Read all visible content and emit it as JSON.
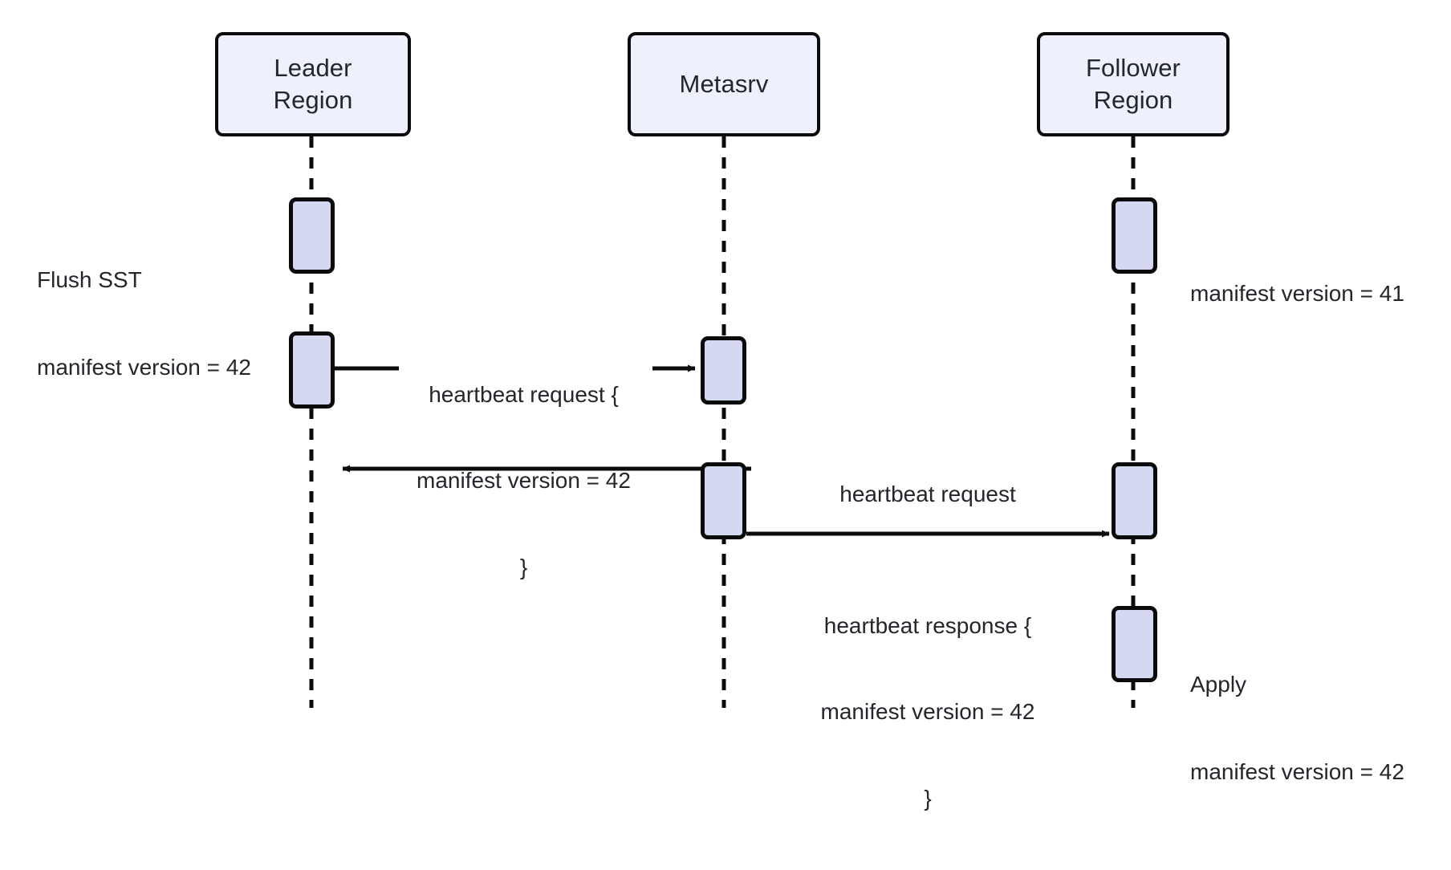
{
  "diagram": {
    "kind": "sequence-diagram",
    "title": "",
    "colors": {
      "participant_fill": "#eef1fc",
      "activation_fill": "#d4d8f0",
      "stroke": "#0b0b0d",
      "text": "#24262b",
      "background": "#ffffff"
    },
    "participants": [
      {
        "id": "leader",
        "label": "Leader\nRegion",
        "line1": "Leader",
        "line2": "Region"
      },
      {
        "id": "metasrv",
        "label": "Metasrv",
        "line1": "Metasrv",
        "line2": ""
      },
      {
        "id": "follower",
        "label": "Follower\nRegion",
        "line1": "Follower",
        "line2": "Region"
      }
    ],
    "notes": [
      {
        "id": "note-flush-sst",
        "placement": "left-of-leader",
        "line1": "Flush SST",
        "line2": "manifest version = 42"
      },
      {
        "id": "note-follower-version",
        "placement": "right-of-follower",
        "line1": "manifest version = 41",
        "line2": ""
      },
      {
        "id": "note-apply",
        "placement": "right-of-follower",
        "line1": "Apply",
        "line2": "manifest version = 42"
      }
    ],
    "messages": [
      {
        "id": "msg-heartbeat-request-leader",
        "from": "leader",
        "to": "metasrv",
        "direction": "right",
        "line1": "heartbeat request {",
        "line2": "manifest version = 42",
        "line3": "}"
      },
      {
        "id": "msg-heartbeat-request-follower",
        "from": "follower",
        "to": "metasrv",
        "direction": "left",
        "line1": "heartbeat request",
        "line2": "",
        "line3": ""
      },
      {
        "id": "msg-heartbeat-response",
        "from": "metasrv",
        "to": "follower",
        "direction": "right",
        "line1": "heartbeat response {",
        "line2": "manifest version = 42",
        "line3": "}"
      }
    ]
  }
}
